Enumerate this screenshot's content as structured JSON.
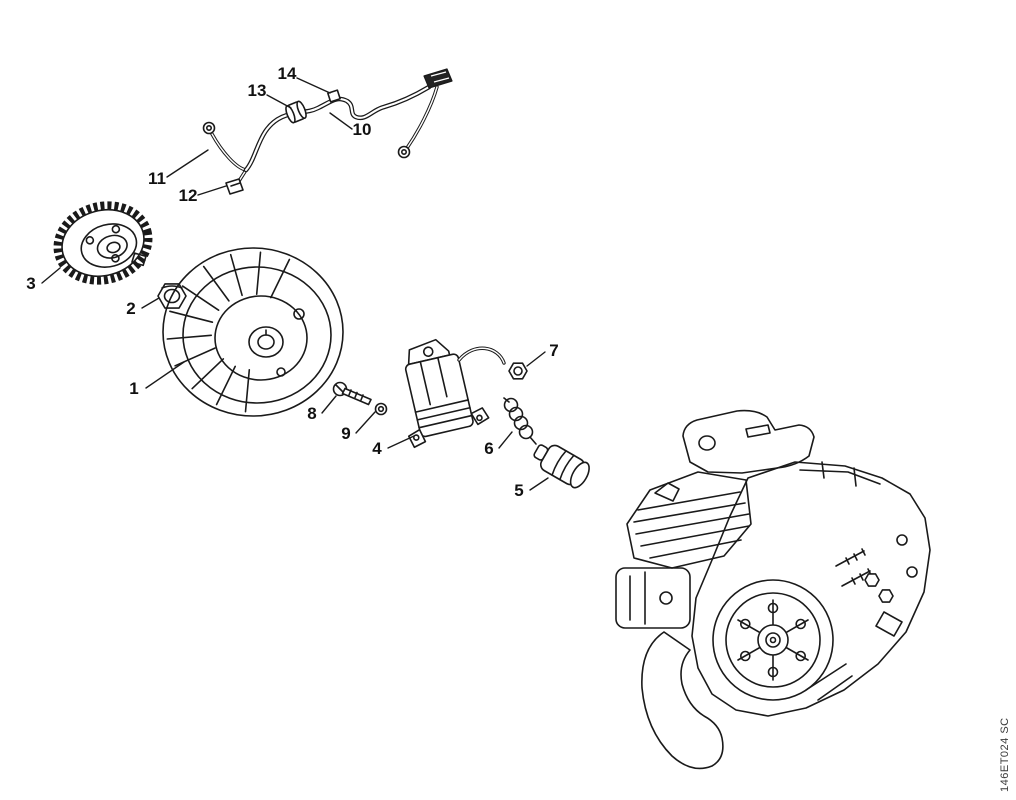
{
  "diagram": {
    "watermark": "146ET024 SC",
    "callouts": [
      {
        "label": "1"
      },
      {
        "label": "2"
      },
      {
        "label": "3"
      },
      {
        "label": "4"
      },
      {
        "label": "5"
      },
      {
        "label": "6"
      },
      {
        "label": "7"
      },
      {
        "label": "8"
      },
      {
        "label": "9"
      },
      {
        "label": "10"
      },
      {
        "label": "11"
      },
      {
        "label": "12"
      },
      {
        "label": "13"
      },
      {
        "label": "14"
      }
    ]
  }
}
